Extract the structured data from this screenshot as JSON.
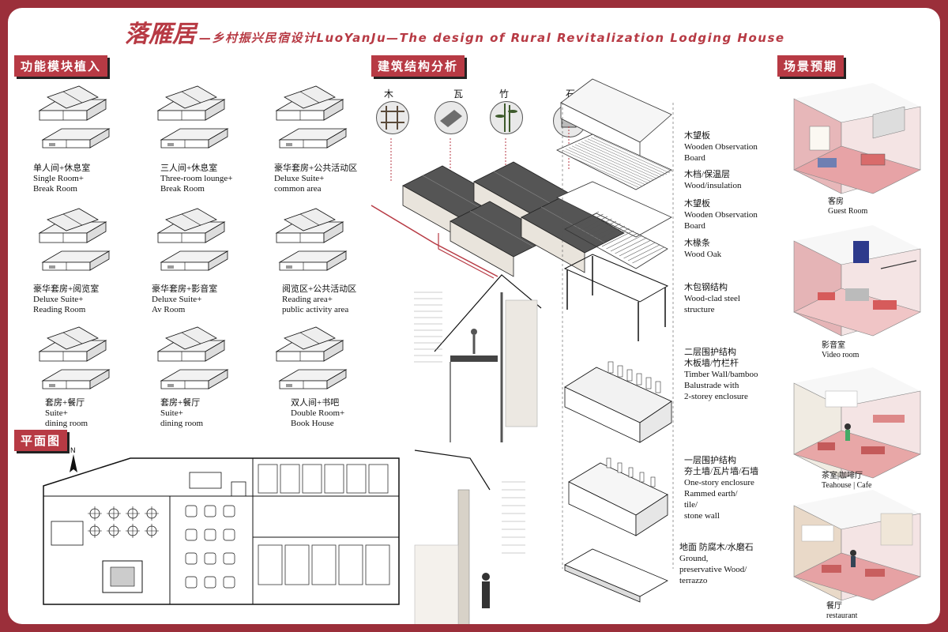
{
  "header": {
    "title_cn": "落雁居",
    "title_rest": "—乡村振兴民宿设计LuoYanJu—The design of Rural Revitalization Lodging House"
  },
  "sections": {
    "modules": "功能模块植入",
    "structure": "建筑结构分析",
    "scenes": "场景预期",
    "plan": "平面图"
  },
  "modules": [
    {
      "cn": "单人间+休息室",
      "en1": "Single Room+",
      "en2": "Break Room"
    },
    {
      "cn": "三人间+休息室",
      "en1": "Three-room lounge+",
      "en2": "Break Room"
    },
    {
      "cn": "豪华套房+公共活动区",
      "en1": "Deluxe Suite+",
      "en2": "common area"
    },
    {
      "cn": "豪华套房+阅览室",
      "en1": "Deluxe Suite+",
      "en2": "Reading Room"
    },
    {
      "cn": "豪华套房+影音室",
      "en1": "Deluxe Suite+",
      "en2": "Av Room"
    },
    {
      "cn": "阅览区+公共活动区",
      "en1": "Reading area+",
      "en2": "public activity area"
    },
    {
      "cn": "套房+餐厅",
      "en1": "Suite+",
      "en2": "dining room"
    },
    {
      "cn": "套房+餐厅",
      "en1": "Suite+",
      "en2": "dining room"
    },
    {
      "cn": "双人间+书吧",
      "en1": "Double Room+",
      "en2": "Book House"
    }
  ],
  "materials": [
    "木",
    "瓦",
    "竹",
    "石"
  ],
  "layers": [
    {
      "cn": "木望板",
      "en": [
        "Wooden Observation",
        "Board"
      ]
    },
    {
      "cn": "木档/保温层",
      "en": [
        "Wood/insulation"
      ]
    },
    {
      "cn": "木望板",
      "en": [
        "Wooden Observation",
        "Board"
      ]
    },
    {
      "cn": "木椽条",
      "en": [
        "Wood Oak"
      ]
    },
    {
      "cn": "木包钢结构",
      "en": [
        "Wood-clad steel",
        "structure"
      ]
    },
    {
      "cn": "二层围护结构",
      "en": [
        "木板墙/竹栏杆",
        "Timber Wall/bamboo",
        " Balustrade with",
        "2-storey enclosure"
      ]
    },
    {
      "cn": "一层围护结构",
      "en": [
        "夯土墙/瓦片墙/石墙",
        "One-story enclosure",
        "Rammed earth/",
        "tile/",
        "stone wall"
      ]
    },
    {
      "cn": "地面 防腐木/水磨石",
      "en": [
        "Ground,",
        "preservative Wood/",
        "terrazzo"
      ]
    }
  ],
  "scenes": [
    {
      "cn": "客房",
      "en": "Guest Room"
    },
    {
      "cn": "影音室",
      "en": "Video room"
    },
    {
      "cn": "茶室|咖啡厅",
      "en": "Teahouse | Cafe"
    },
    {
      "cn": "餐厅",
      "en": "restaurant"
    }
  ],
  "plan": {
    "north": "N"
  },
  "colors": {
    "frame": "#9b2f3a",
    "accent": "#b73a44",
    "floor": "#e7a3a6"
  }
}
